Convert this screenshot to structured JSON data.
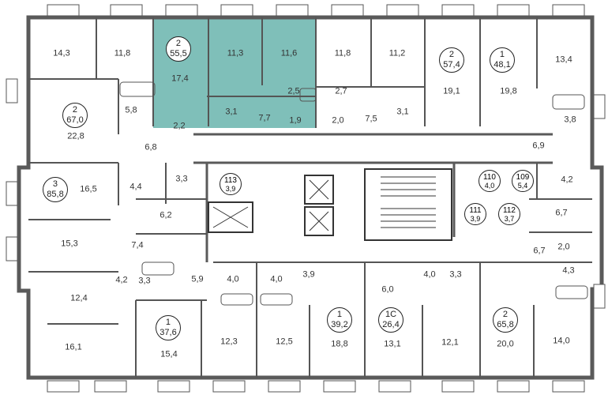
{
  "colors": {
    "highlight": "#7fbfb9",
    "wall": "#5a5a5a",
    "stroke": "#333333"
  },
  "selected_apartment": {
    "rooms": "2",
    "area": "55,5"
  },
  "apartment_badges": [
    {
      "id": "apt-a",
      "rooms": "2",
      "area": "67,0"
    },
    {
      "id": "apt-b",
      "rooms": "3",
      "area": "85,8"
    },
    {
      "id": "apt-c",
      "rooms": "2",
      "area": "57,4"
    },
    {
      "id": "apt-d",
      "rooms": "1",
      "area": "48,1"
    },
    {
      "id": "apt-e",
      "rooms": "1",
      "area": "37,6"
    },
    {
      "id": "apt-f",
      "rooms": "1",
      "area": "39,2"
    },
    {
      "id": "apt-g",
      "rooms": "1С",
      "area": "26,4"
    },
    {
      "id": "apt-h",
      "rooms": "2",
      "area": "65,8"
    }
  ],
  "storage_units": [
    {
      "id": "113",
      "num": "113",
      "area": "3,9"
    },
    {
      "id": "110",
      "num": "110",
      "area": "4,0"
    },
    {
      "id": "109",
      "num": "109",
      "area": "5,4"
    },
    {
      "id": "111",
      "num": "111",
      "area": "3,9"
    },
    {
      "id": "112",
      "num": "112",
      "area": "3,7"
    }
  ],
  "room_areas": [
    "14,3",
    "11,8",
    "17,4",
    "11,3",
    "11,6",
    "11,8",
    "11,2",
    "19,1",
    "19,8",
    "13,4",
    "2,5",
    "2,7",
    "3,1",
    "7,7",
    "1,9",
    "2,0",
    "7,5",
    "3,1",
    "5,8",
    "2,2",
    "22,8",
    "6,8",
    "3,8",
    "6,9",
    "16,5",
    "4,4",
    "3,3",
    "4,2",
    "6,2",
    "6,7",
    "15,3",
    "7,4",
    "6,7",
    "2,0",
    "4,3",
    "4,2",
    "3,3",
    "5,9",
    "4,0",
    "4,0",
    "3,9",
    "6,0",
    "4,0",
    "3,3",
    "12,4",
    "16,1",
    "15,4",
    "12,3",
    "12,5",
    "18,8",
    "13,1",
    "12,1",
    "20,0",
    "14,0"
  ]
}
